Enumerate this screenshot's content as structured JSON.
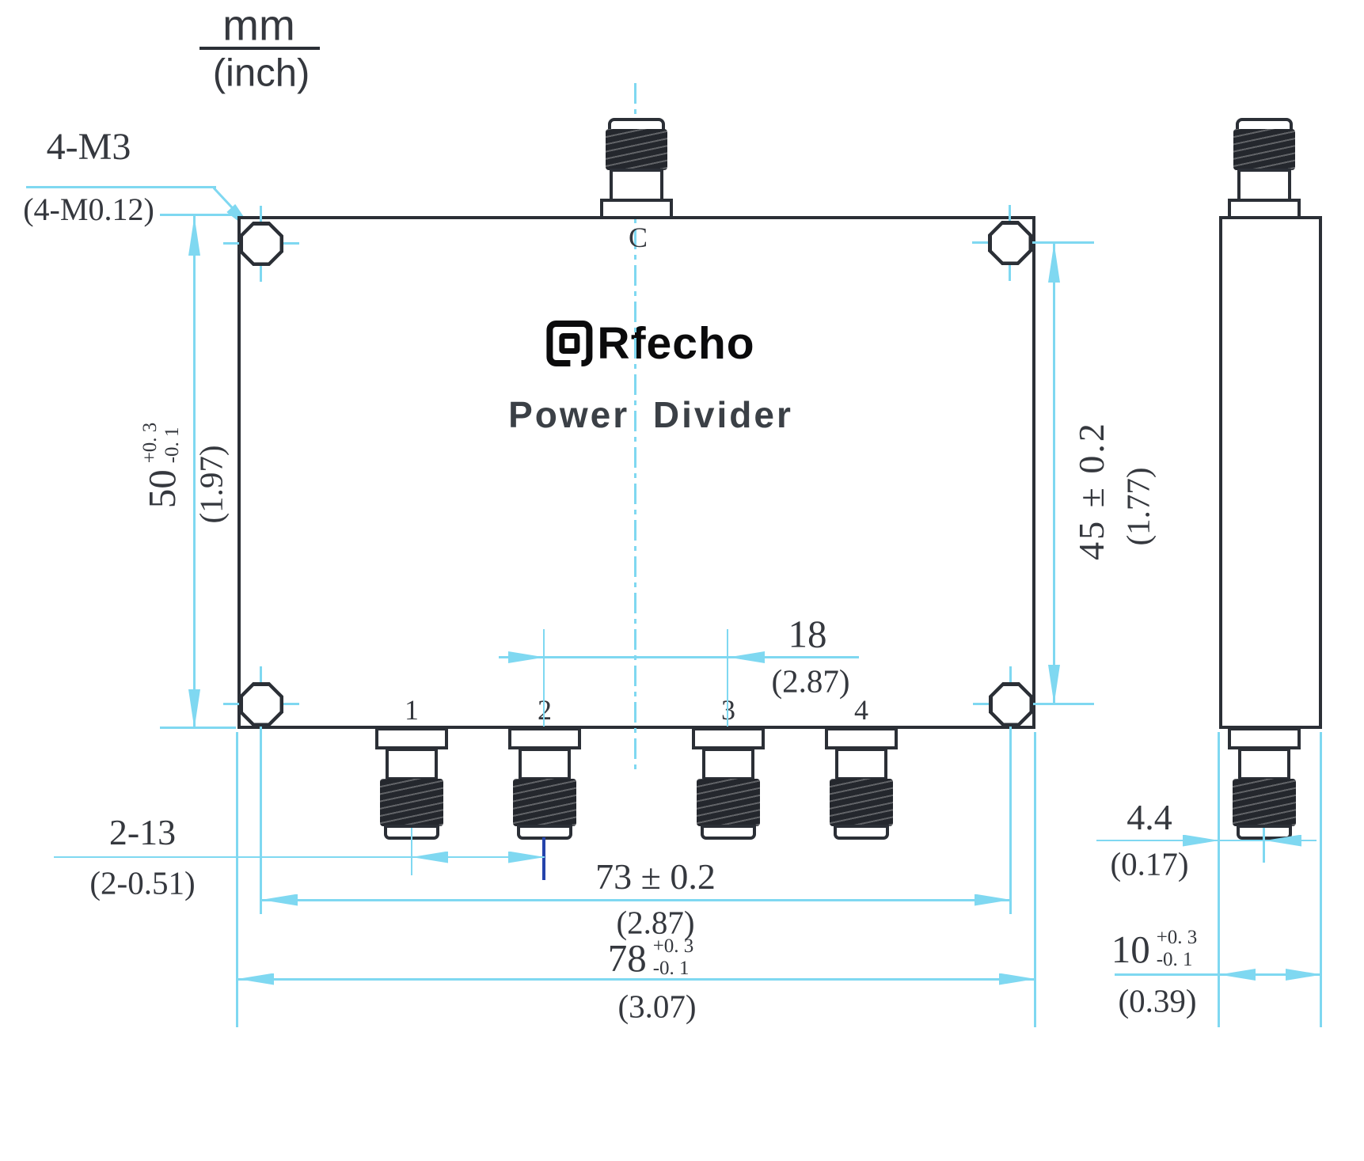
{
  "units": {
    "top": "mm",
    "bottom": "(inch)"
  },
  "screw_note": {
    "metric": "4-M3",
    "inch": "(4-M0.12)"
  },
  "logo": {
    "brand": "Rfecho",
    "product": "Power Divider"
  },
  "ports": {
    "center_label": "C",
    "labels": [
      "1",
      "2",
      "3",
      "4"
    ]
  },
  "dims": {
    "height50": {
      "value": "50",
      "tol_plus": "+0. 3",
      "tol_minus": "-0. 1",
      "inch": "(1.97)"
    },
    "height45": {
      "value": "45 ± 0.2",
      "inch": "(1.77)"
    },
    "spacing18": {
      "value": "18",
      "inch": "(2.87)"
    },
    "spacing13": {
      "value": "2-13",
      "inch": "(2-0.51)"
    },
    "width73": {
      "value": "73 ± 0.2",
      "inch": "(2.87)"
    },
    "width78": {
      "value": "78",
      "tol_plus": "+0. 3",
      "tol_minus": "-0. 1",
      "inch": "(3.07)"
    },
    "offset44": {
      "value": "4.4",
      "inch": "(0.17)"
    },
    "depth10": {
      "value": "10",
      "tol_plus": "+0. 3",
      "tol_minus": "-0. 1",
      "inch": "(0.39)"
    }
  },
  "colors": {
    "outline": "#2b2f36",
    "dimension": "#7fd8f1",
    "navy_accent": "#2544ab",
    "text": "#35383e"
  }
}
